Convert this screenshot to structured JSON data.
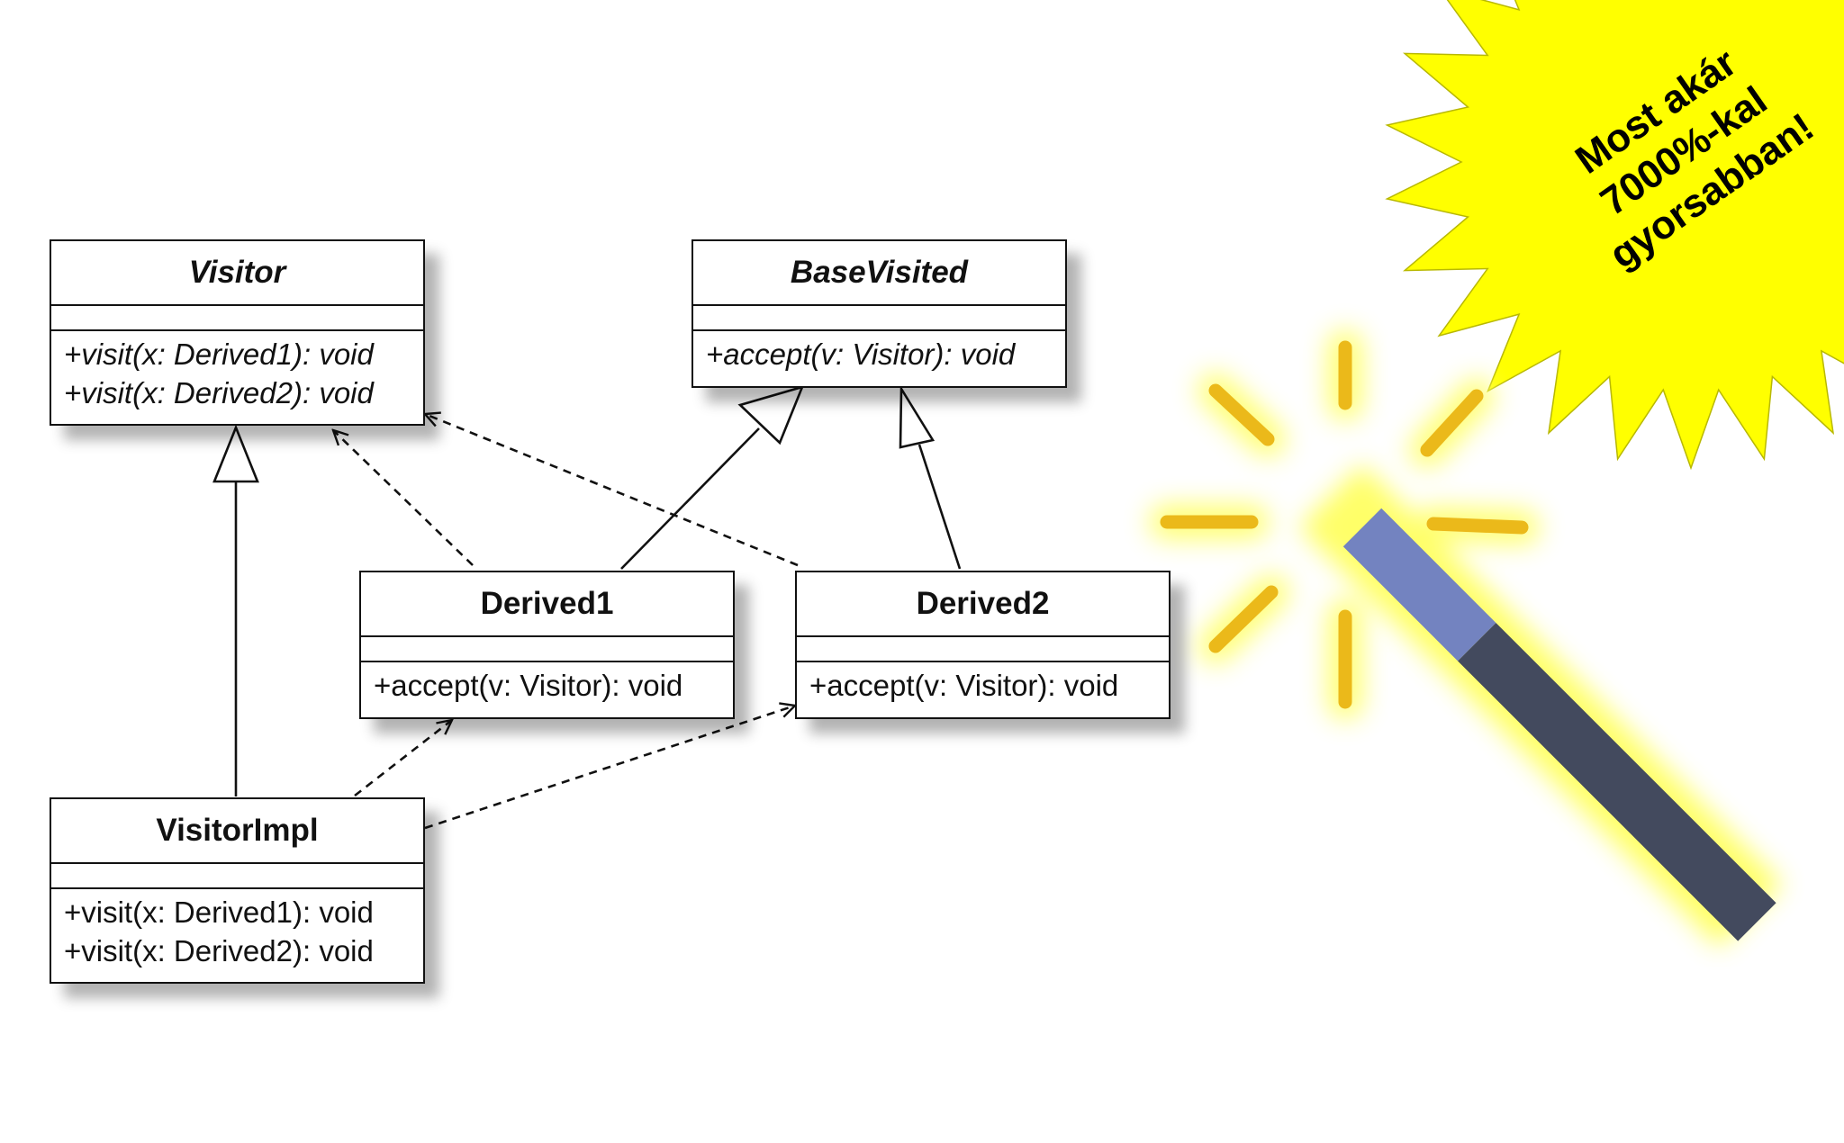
{
  "diagram": {
    "classes": {
      "visitor": {
        "name": "Visitor",
        "abstract": true,
        "ops": [
          "+visit(x: Derived1): void",
          "+visit(x: Derived2): void"
        ]
      },
      "basevisited": {
        "name": "BaseVisited",
        "abstract": true,
        "ops": [
          "+accept(v: Visitor): void"
        ]
      },
      "derived1": {
        "name": "Derived1",
        "abstract": false,
        "ops": [
          "+accept(v: Visitor): void"
        ]
      },
      "derived2": {
        "name": "Derived2",
        "abstract": false,
        "ops": [
          "+accept(v: Visitor): void"
        ]
      },
      "visitorimpl": {
        "name": "VisitorImpl",
        "abstract": false,
        "ops": [
          "+visit(x: Derived1): void",
          "+visit(x: Derived2): void"
        ]
      }
    },
    "relations": [
      {
        "from": "Derived1",
        "to": "BaseVisited",
        "kind": "generalization"
      },
      {
        "from": "Derived2",
        "to": "BaseVisited",
        "kind": "generalization"
      },
      {
        "from": "VisitorImpl",
        "to": "Visitor",
        "kind": "generalization"
      },
      {
        "from": "Derived1",
        "to": "Visitor",
        "kind": "dependency"
      },
      {
        "from": "Derived2",
        "to": "Visitor",
        "kind": "dependency"
      },
      {
        "from": "VisitorImpl",
        "to": "Derived1",
        "kind": "dependency"
      },
      {
        "from": "VisitorImpl",
        "to": "Derived2",
        "kind": "dependency"
      }
    ]
  },
  "starburst": {
    "lines": [
      "Most akár",
      "7000%-kal",
      "gyorsabban!"
    ],
    "color": "#ffff00"
  },
  "colors": {
    "wand_tip": "#7383c0",
    "wand_body": "#434a5e",
    "sparkle": "#ebb91a",
    "glow": "#ffff70"
  },
  "icons": {
    "wand": "magic-wand-icon"
  }
}
